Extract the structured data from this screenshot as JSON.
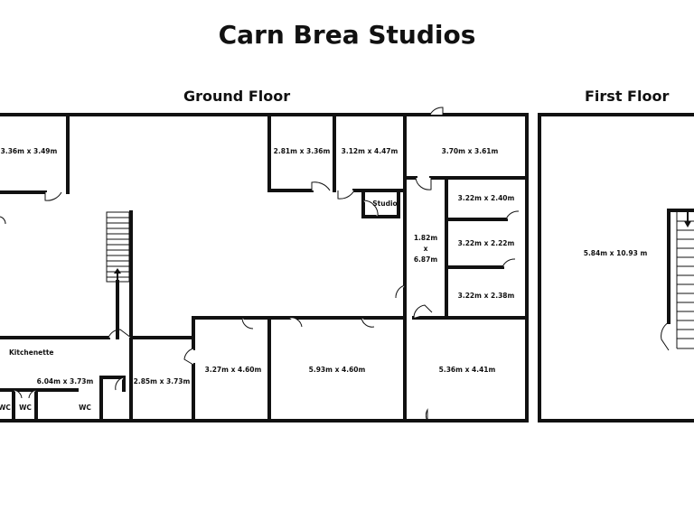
{
  "title": "Carn Brea Studios",
  "floors": {
    "ground": {
      "label": "Ground Floor"
    },
    "first": {
      "label": "First Floor"
    }
  },
  "rooms": {
    "r1": "3.36m x 3.49m",
    "r2": "2.81m x 3.36m",
    "r3": "3.12m x 4.47m",
    "r4": "3.70m x 3.61m",
    "r5": "3.22m x 2.40m",
    "r6": "3.22m x 2.22m",
    "r7": "3.22m x 2.38m",
    "r8": "Studio",
    "r9a": "1.82m",
    "r9b": "x",
    "r9c": "6.87m",
    "r10": "Kitchenette",
    "r11": "6.04m x 3.73m",
    "r12": "2.85m x 3.73m",
    "r13": "3.27m x 4.60m",
    "r14": "5.93m x 4.60m",
    "r15": "5.36m x 4.41m",
    "wc1": "WC",
    "wc2": "WC",
    "wc3": "WC",
    "first": "5.84m x 10.93 m"
  }
}
